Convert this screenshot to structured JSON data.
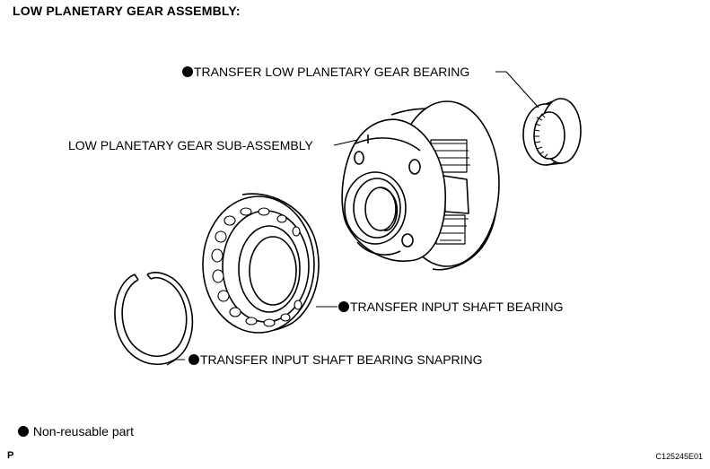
{
  "title": "LOW PLANETARY GEAR ASSEMBLY:",
  "labels": {
    "low_gear_bearing": "TRANSFER LOW PLANETARY GEAR BEARING",
    "low_gear_sub_assembly": "LOW PLANETARY GEAR SUB-ASSEMBLY",
    "input_shaft_bearing": "TRANSFER INPUT SHAFT BEARING",
    "snapring": "TRANSFER INPUT SHAFT BEARING SNAPRING"
  },
  "legend": {
    "text": "Non-reusable part",
    "symbol": "filled-circle"
  },
  "corner_mark": "P",
  "figure_code": "C125245E01"
}
